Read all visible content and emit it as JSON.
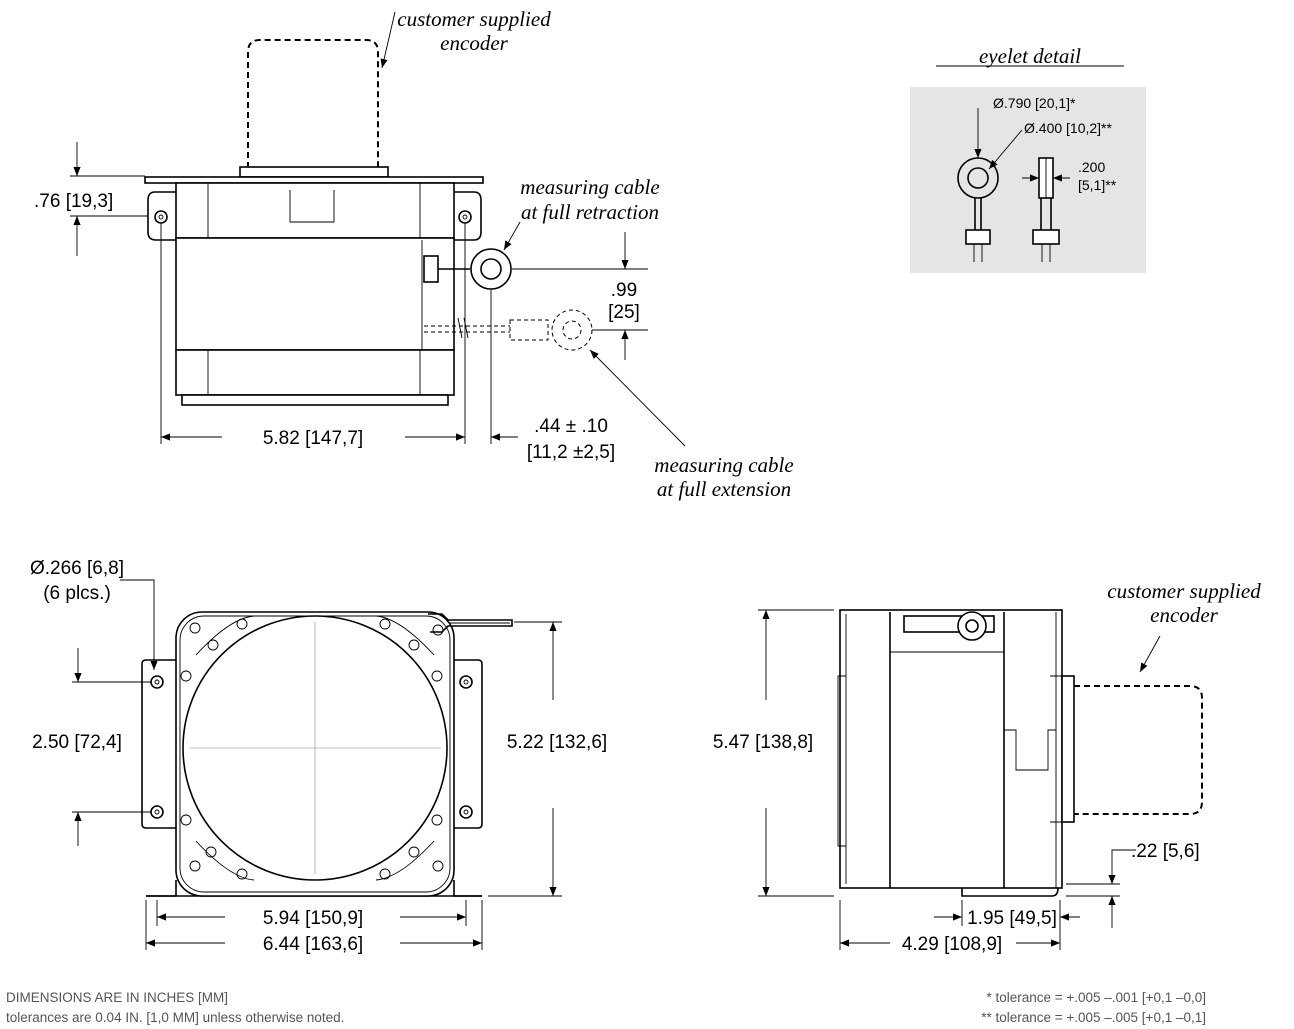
{
  "top_view": {
    "encoder_note_line1": "customer supplied",
    "encoder_note_line2": "encoder",
    "height_dim": ".76 [19,3]",
    "retraction_note_line1": "measuring cable",
    "retraction_note_line2": "at full retraction",
    "offset_dim_line1": ".99",
    "offset_dim_line2": "[25]",
    "width_dim": "5.82 [147,7]",
    "extension_dim_line1": ".44 ± .10",
    "extension_dim_line2": "[11,2 ±2,5]",
    "extension_note_line1": "measuring cable",
    "extension_note_line2": "at full extension"
  },
  "eyelet_detail": {
    "title": "eyelet detail",
    "outer_dia": "Ø.790 [20,1]*",
    "inner_dia": "Ø.400 [10,2]**",
    "thickness_line1": ".200",
    "thickness_line2": "[5,1]**"
  },
  "front_view": {
    "hole_dim_line1": "Ø.266 [6,8]",
    "hole_dim_line2": "(6 plcs.)",
    "hole_spacing": "2.50 [72,4]",
    "height_dim": "5.22 [132,6]",
    "inner_width": "5.94 [150,9]",
    "outer_width": "6.44 [163,6]"
  },
  "side_view": {
    "encoder_note_line1": "customer supplied",
    "encoder_note_line2": "encoder",
    "height_dim": "5.47 [138,8]",
    "flange_dim": ".22 [5,6]",
    "depth_partial": "1.95 [49,5]",
    "depth_total": "4.29  [108,9]"
  },
  "footer": {
    "units_note": "DIMENSIONS ARE IN INCHES [MM]",
    "tolerance_note": "tolerances are 0.04 IN. [1,0 MM] unless otherwise noted.",
    "tol_single": "* tolerance = +.005 –.001 [+0,1 –0,0]",
    "tol_double": "** tolerance = +.005 –.005 [+0,1 –0,1]"
  }
}
